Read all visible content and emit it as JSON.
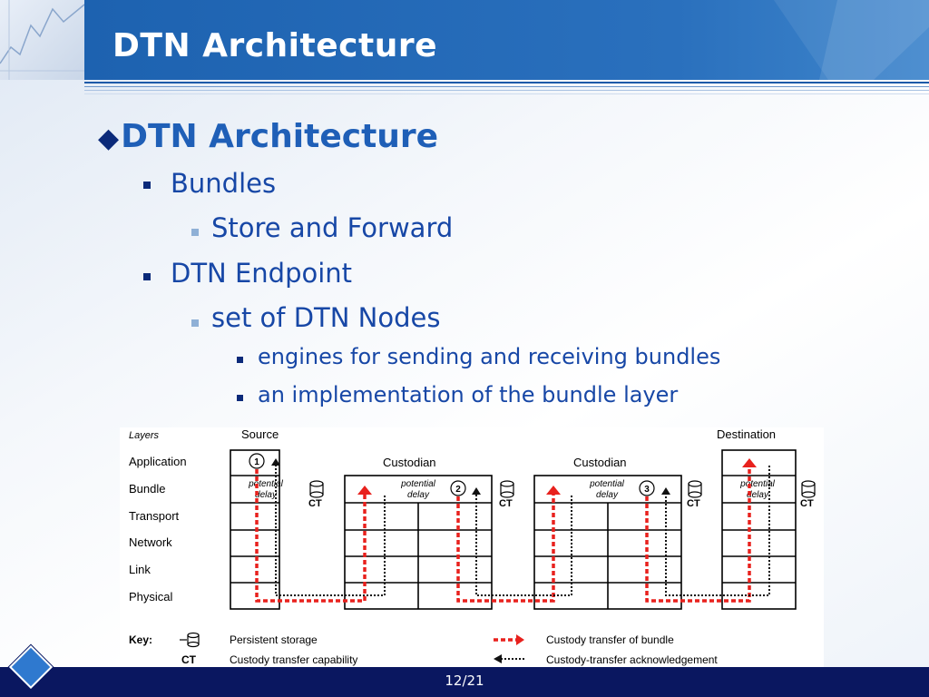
{
  "slide": {
    "title": "DTN Architecture",
    "page_number": "12/21"
  },
  "content": {
    "heading": "DTN Architecture",
    "items": [
      {
        "text": "Bundles"
      },
      {
        "text": "Store and Forward"
      },
      {
        "text": "DTN Endpoint"
      },
      {
        "text": "set of DTN Nodes"
      },
      {
        "text": "engines for sending and receiving bundles"
      },
      {
        "text": "an implementation of the bundle layer"
      }
    ]
  },
  "diagram": {
    "layers_label": "Layers",
    "layers": [
      "Application",
      "Bundle",
      "Transport",
      "Network",
      "Link",
      "Physical"
    ],
    "nodes": [
      "Source",
      "Custodian",
      "Custodian",
      "Destination"
    ],
    "delay_label_1": "potential",
    "delay_label_2": "delay",
    "ct_label": "CT",
    "steps": [
      "1",
      "2",
      "3"
    ],
    "key": {
      "label": "Key:",
      "persistent_storage": "Persistent storage",
      "ct": "CT",
      "custody_capability": "Custody transfer capability",
      "custody_transfer": "Custody transfer of bundle",
      "custody_ack": "Custody-transfer acknowledgement"
    },
    "colors": {
      "transfer": "#e8211d",
      "ack": "#111111"
    }
  }
}
